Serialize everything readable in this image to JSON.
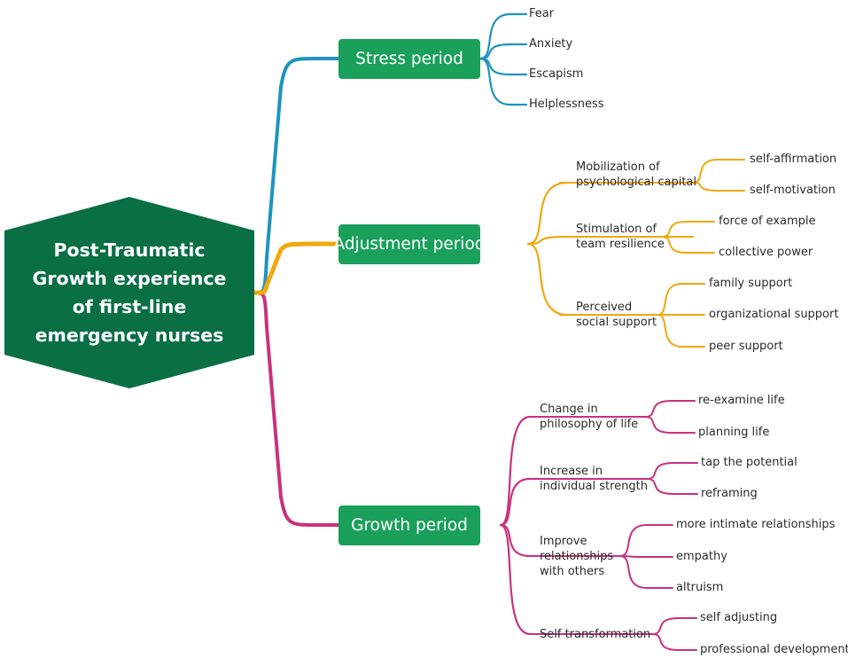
{
  "root": {
    "title": "Post-Traumatic\nGrowth experience\nof first-line\nemergency nurses"
  },
  "colors": {
    "root_fill": "#0b6f45",
    "period_fill": "#1aa05b",
    "stress": "#1d94be",
    "adjustment": "#f0a80f",
    "growth": "#c8327f"
  },
  "periods": [
    {
      "label": "Stress period",
      "color_key": "stress",
      "leaves": [
        "Fear",
        "Anxiety",
        "Escapism",
        "Helplessness"
      ]
    },
    {
      "label": "Adjustment period",
      "color_key": "adjustment",
      "themes": [
        {
          "label": "Mobilization of\npsychological capital",
          "leaves": [
            "self-affirmation",
            "self-motivation"
          ]
        },
        {
          "label": "Stimulation of\nteam resilience",
          "leaves": [
            "force of example",
            "collective power"
          ]
        },
        {
          "label": "Perceived\nsocial support",
          "leaves": [
            "family support",
            "organizational support",
            "peer support"
          ]
        }
      ]
    },
    {
      "label": "Growth period",
      "color_key": "growth",
      "themes": [
        {
          "label": "Change in\nphilosophy of life",
          "leaves": [
            "re-examine life",
            "planning life"
          ]
        },
        {
          "label": "Increase in\nindividual strength",
          "leaves": [
            "tap the potential",
            "reframing"
          ]
        },
        {
          "label": "Improve\nrelationships\nwith others",
          "leaves": [
            "more intimate relationships",
            "empathy",
            "altruism"
          ]
        },
        {
          "label": "Self transformation",
          "leaves": [
            "self adjusting",
            "professional development"
          ]
        }
      ]
    }
  ]
}
